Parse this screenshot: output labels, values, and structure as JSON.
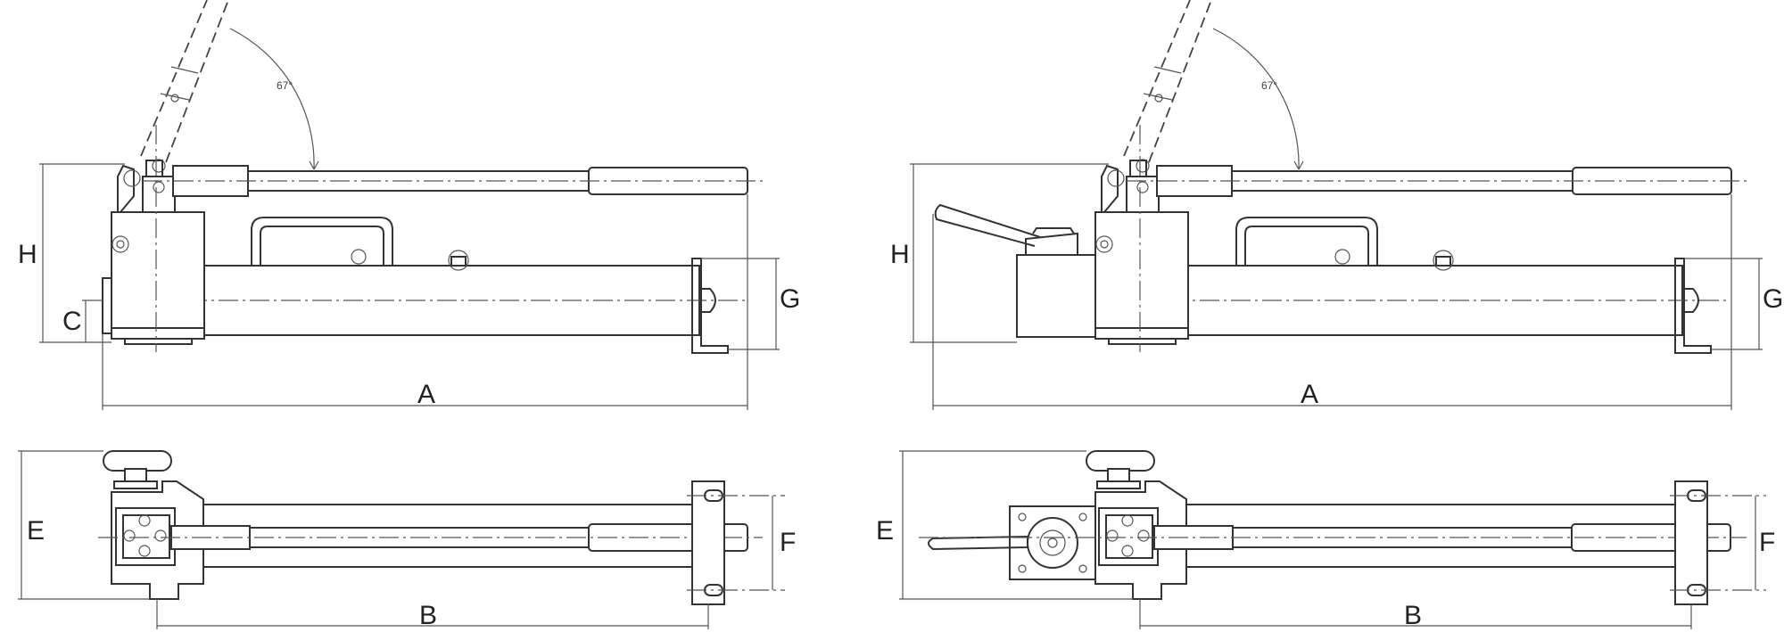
{
  "side_view_standard": {
    "labels": {
      "A": "A",
      "H": "H",
      "C": "C",
      "G": "G"
    },
    "angle": "67°"
  },
  "side_view_valve": {
    "labels": {
      "A": "A",
      "H": "H",
      "G": "G"
    },
    "angle": "67°"
  },
  "top_view_standard": {
    "labels": {
      "E": "E",
      "F": "F",
      "B": "B"
    }
  },
  "top_view_valve": {
    "labels": {
      "E": "E",
      "F": "F",
      "B": "B"
    }
  }
}
